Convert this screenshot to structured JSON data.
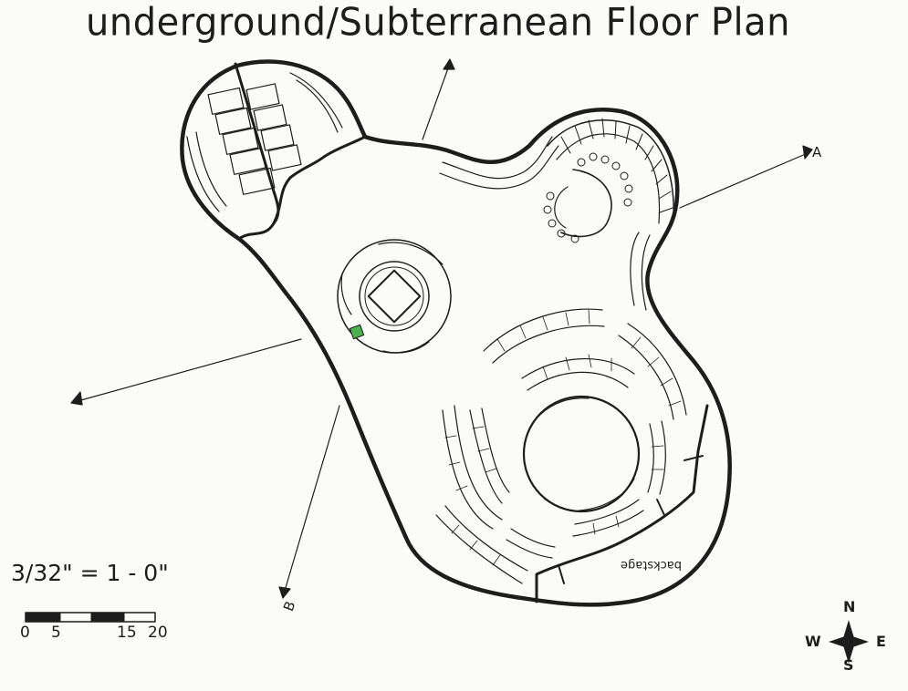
{
  "title": "underground/Subterranean Floor Plan",
  "scale": {
    "label": "3/32\" = 1 - 0\"",
    "ticks": [
      "0",
      "5",
      "15",
      "20"
    ]
  },
  "compass": {
    "north": "N",
    "south": "S",
    "east": "E",
    "west": "W"
  },
  "sections": {
    "a_label": "A",
    "b_label": "B"
  },
  "rooms": {
    "backstage": "backstage"
  },
  "colors": {
    "ink": "#1d1d1d",
    "paper": "#fbfbf9",
    "marker": "#4caf50"
  }
}
